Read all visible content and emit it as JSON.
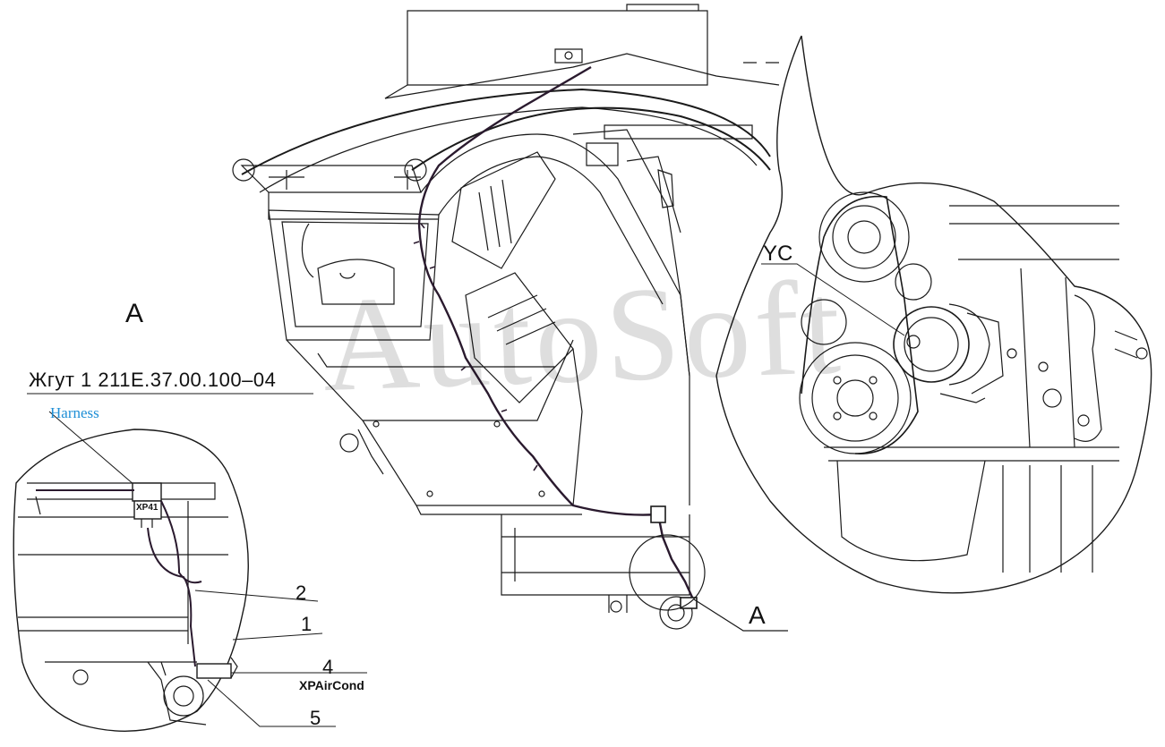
{
  "labels": {
    "view_a": "A",
    "harness_ru": "Жгут 1  211Е.37.00.100–04",
    "harness_en": "Harness",
    "connector_xp41": "XP41",
    "compressor": "YC",
    "item_2": "2",
    "item_1": "1",
    "item_4": "4",
    "connector_aircond": "XPAirCond",
    "item_5": "5",
    "view_a_leader": "A"
  },
  "watermark": "AutoSoft",
  "colors": {
    "line": "#1a1a1a",
    "harness": "#2a1a2e",
    "accent_text": "#1f8fd6"
  }
}
